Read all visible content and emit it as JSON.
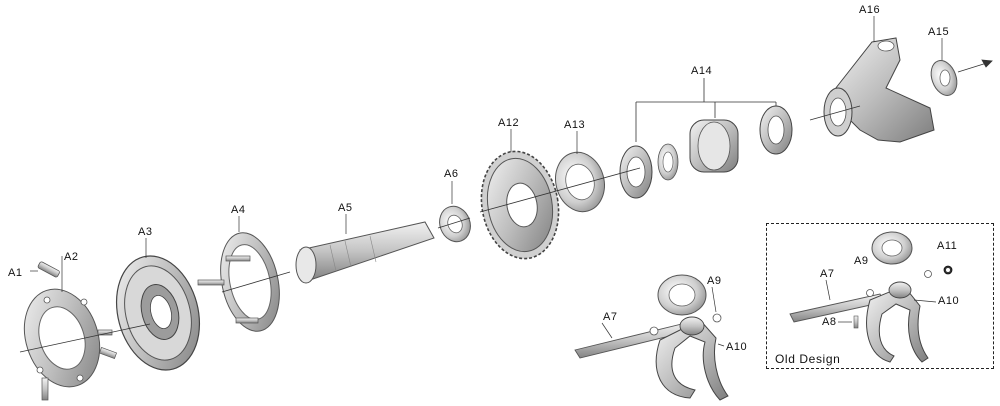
{
  "labels": {
    "a1": "A1",
    "a2": "A2",
    "a3": "A3",
    "a4": "A4",
    "a5": "A5",
    "a6": "A6",
    "a12": "A12",
    "a13": "A13",
    "a14": "A14",
    "a15": "A15",
    "a16": "A16",
    "a7": "A7",
    "a9": "A9",
    "a10": "A10",
    "a7_old": "A7",
    "a9_old": "A9",
    "a10_old": "A10",
    "a8_old": "A8",
    "a11_old": "A11"
  },
  "inset": {
    "caption": "Old Design"
  }
}
